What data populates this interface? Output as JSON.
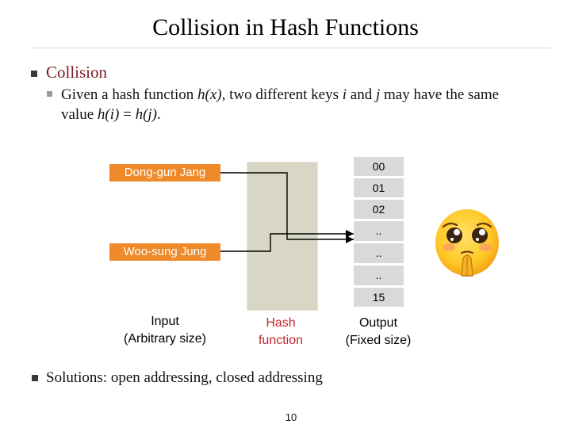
{
  "title": "Collision in Hash Functions",
  "heading": "Collision",
  "description": {
    "line1_pre": "Given a hash function ",
    "hx": "h(x)",
    "line1_mid": ", two different keys ",
    "i": "i",
    "and": " and ",
    "j": "j",
    "line1_post": " may have the same",
    "line2_pre": "value ",
    "hi": "h(i)",
    "eq": " = ",
    "hj": "h(j)",
    "line2_post": "."
  },
  "keys": [
    "Dong-gun Jang",
    "Woo-sung Jung"
  ],
  "output_slots": [
    "00",
    "01",
    "02",
    "..",
    "..",
    "..",
    "15"
  ],
  "captions": {
    "input": [
      "Input",
      "(Arbitrary size)"
    ],
    "hash": [
      "Hash",
      "function"
    ],
    "output": [
      "Output",
      "(Fixed size)"
    ]
  },
  "solutions": "Solutions: open addressing, closed addressing",
  "page_number": "10",
  "colors": {
    "key_box": "#ee8a2a",
    "hash_box": "#d8d6c4",
    "slot": "#d9d9d9",
    "heading": "#7a1a22",
    "hash_caption": "#c4262e"
  },
  "icons": [
    "pleading-face-emoji"
  ]
}
